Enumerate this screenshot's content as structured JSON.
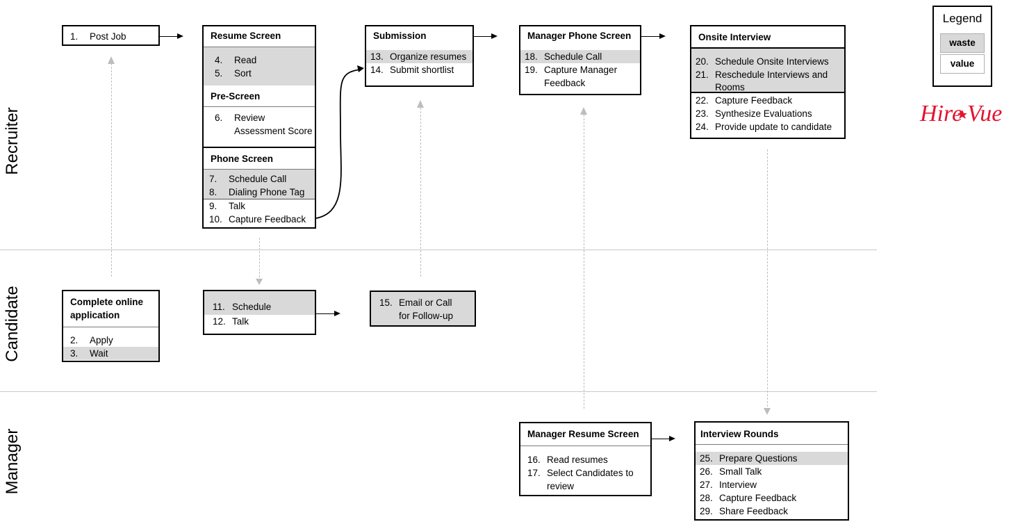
{
  "lanes": {
    "recruiter": "Recruiter",
    "candidate": "Candidate",
    "manager": "Manager"
  },
  "legend": {
    "title": "Legend",
    "waste": "waste",
    "value": "value"
  },
  "logo": {
    "text": "HireVue",
    "color": "#e5122f"
  },
  "colors": {
    "waste_fill": "#d9d9d9",
    "value_fill": "#ffffff"
  },
  "boxes": {
    "post_job": {
      "items": [
        {
          "num": "1.",
          "text": "Post Job",
          "type": "value"
        }
      ]
    },
    "resume_screen": {
      "title": "Resume Screen",
      "items": [
        {
          "num": "4.",
          "text": "Read",
          "type": "waste"
        },
        {
          "num": "5.",
          "text": "Sort",
          "type": "waste"
        }
      ]
    },
    "pre_screen": {
      "title": "Pre-Screen",
      "items": [
        {
          "num": "6.",
          "text": "Review",
          "text2": "Assessment Score",
          "type": "value"
        }
      ]
    },
    "phone_screen": {
      "title": "Phone Screen",
      "items": [
        {
          "num": "7.",
          "text": "Schedule Call",
          "type": "waste"
        },
        {
          "num": "8.",
          "text": "Dialing Phone Tag",
          "type": "waste"
        },
        {
          "num": "9.",
          "text": "Talk",
          "type": "value"
        },
        {
          "num": "10.",
          "text": "Capture Feedback",
          "type": "value"
        }
      ]
    },
    "submission": {
      "title": "Submission",
      "items": [
        {
          "num": "13.",
          "text": "Organize resumes",
          "type": "waste"
        },
        {
          "num": "14.",
          "text": "Submit shortlist",
          "type": "value"
        }
      ]
    },
    "manager_phone_screen": {
      "title": "Manager Phone Screen",
      "items": [
        {
          "num": "18.",
          "text": "Schedule Call",
          "type": "waste"
        },
        {
          "num": "19.",
          "text": "Capture Manager",
          "text2": "Feedback",
          "type": "value"
        }
      ]
    },
    "onsite_interview": {
      "title": "Onsite Interview",
      "items": [
        {
          "num": "20.",
          "text": "Schedule Onsite Interviews",
          "type": "waste"
        },
        {
          "num": "21.",
          "text": "Reschedule Interviews and",
          "text2": "Rooms",
          "type": "waste"
        },
        {
          "num": "22.",
          "text": "Capture Feedback",
          "type": "value"
        },
        {
          "num": "23.",
          "text": "Synthesize Evaluations",
          "type": "value"
        },
        {
          "num": "24.",
          "text": "Provide update to candidate",
          "type": "value"
        }
      ]
    },
    "complete_online_application": {
      "title": "Complete online",
      "title2": "application",
      "items": [
        {
          "num": "2.",
          "text": "Apply",
          "type": "value"
        },
        {
          "num": "3.",
          "text": "Wait",
          "type": "waste"
        }
      ]
    },
    "candidate_schedule": {
      "items": [
        {
          "num": "11.",
          "text": "Schedule",
          "type": "waste"
        },
        {
          "num": "12.",
          "text": "Talk",
          "type": "value"
        }
      ]
    },
    "follow_up": {
      "items": [
        {
          "num": "15.",
          "text": "Email or Call",
          "text2": "for Follow-up",
          "type": "waste"
        }
      ]
    },
    "manager_resume_screen": {
      "title": "Manager Resume Screen",
      "items": [
        {
          "num": "16.",
          "text": "Read resumes",
          "type": "value"
        },
        {
          "num": "17.",
          "text": "Select Candidates to",
          "text2": "review",
          "type": "value"
        }
      ]
    },
    "interview_rounds": {
      "title": "Interview Rounds",
      "items": [
        {
          "num": "25.",
          "text": "Prepare Questions",
          "type": "waste"
        },
        {
          "num": "26.",
          "text": "Small Talk",
          "type": "value"
        },
        {
          "num": "27.",
          "text": "Interview",
          "type": "value"
        },
        {
          "num": "28.",
          "text": "Capture Feedback",
          "type": "value"
        },
        {
          "num": "29.",
          "text": "Share Feedback",
          "type": "value"
        }
      ]
    }
  }
}
